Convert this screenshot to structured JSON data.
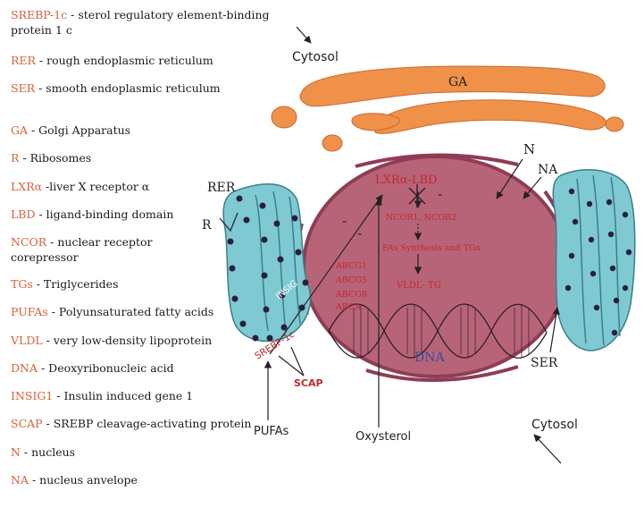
{
  "legend": [
    {
      "abbr": "SREBP-1c",
      "desc": " - sterol regulatory element-binding protein 1 c"
    },
    {
      "abbr": "RER",
      "desc": " - rough endoplasmic reticulum"
    },
    {
      "abbr": "SER",
      "desc": " - smooth endoplasmic reticulum"
    },
    {
      "abbr": "GA",
      "desc": " - Golgi Apparatus"
    },
    {
      "abbr": "R",
      "desc": " - Ribosomes"
    },
    {
      "abbr": "LXRα",
      "desc": " -liver X receptor α"
    },
    {
      "abbr": "LBD",
      "desc": " - ligand-binding domain"
    },
    {
      "abbr": "NCOR",
      "desc": " - nuclear receptor corepressor"
    },
    {
      "abbr": "TGs",
      "desc": " - Triglycerides"
    },
    {
      "abbr": "PUFAs",
      "desc": " - Polyunsaturated fatty acids"
    },
    {
      "abbr": "VLDL",
      "desc": " - very low-density lipoprotein"
    },
    {
      "abbr": "DNA",
      "desc": " - Deoxyribonucleic acid"
    },
    {
      "abbr": "INSIG1",
      "desc": " - Insulin induced gene 1"
    },
    {
      "abbr": "SCAP",
      "desc": " - SREBP cleavage-activating protein"
    },
    {
      "abbr": "N",
      "desc": " - nucleus"
    },
    {
      "abbr": "NA",
      "desc": " - nucleus anvelope"
    }
  ],
  "labels": {
    "cytosol_top": "Cytosol",
    "cytosol_bottom": "Cytosol",
    "ga": "GA",
    "rer": "RER",
    "r": "R",
    "n": "N",
    "na": "NA",
    "ser": "SER",
    "lxr": "LXRα-LBD",
    "minus": "-",
    "ncor": "NCOR1, NCOR2",
    "fas": "FAs Synthesis and TGs",
    "vldl": "VLDL- TG",
    "abcg1": "ABCG1",
    "abcg5": "ABCG5",
    "abcg8": "ABCG8",
    "abca": "ABCA",
    "dna": "DNA",
    "insig": "INSIG",
    "srebp": "SREBP-1c",
    "scap": "SCAP",
    "pufas": "PUFAs",
    "oxysterol": "Oxysterol"
  },
  "colors": {
    "abbr": "#d9603b",
    "nucleus": "#b86478",
    "nucleus_envelope": "#8e3d54",
    "er": "#7fc9d3",
    "golgi": "#f0914a",
    "ribosome": "#2a1f3d",
    "red_text": "#c0282d",
    "dna_text": "#2f4f9a"
  }
}
